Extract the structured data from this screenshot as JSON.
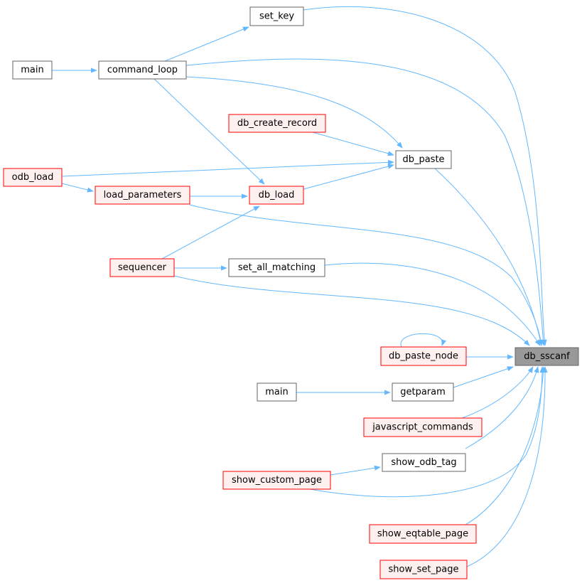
{
  "diagram": {
    "colors": {
      "edge": "#63b8ff",
      "border_default": "#666666",
      "fill_default": "#ffffff",
      "border_unresolved": "#ff0000",
      "fill_unresolved": "#fff0f0",
      "border_focus": "#666666",
      "fill_focus": "#999999"
    },
    "nodes": [
      {
        "id": "set_key",
        "label": "set_key",
        "kind": "default"
      },
      {
        "id": "main1",
        "label": "main",
        "kind": "default"
      },
      {
        "id": "command_loop",
        "label": "command_loop",
        "kind": "default"
      },
      {
        "id": "db_create_record",
        "label": "db_create_record",
        "kind": "unresolved"
      },
      {
        "id": "db_paste",
        "label": "db_paste",
        "kind": "default"
      },
      {
        "id": "odb_load",
        "label": "odb_load",
        "kind": "unresolved"
      },
      {
        "id": "load_parameters",
        "label": "load_parameters",
        "kind": "unresolved"
      },
      {
        "id": "db_load",
        "label": "db_load",
        "kind": "unresolved"
      },
      {
        "id": "sequencer",
        "label": "sequencer",
        "kind": "unresolved"
      },
      {
        "id": "set_all_matching",
        "label": "set_all_matching",
        "kind": "default"
      },
      {
        "id": "db_paste_node",
        "label": "db_paste_node",
        "kind": "unresolved"
      },
      {
        "id": "db_sscanf",
        "label": "db_sscanf",
        "kind": "focus"
      },
      {
        "id": "main2",
        "label": "main",
        "kind": "default"
      },
      {
        "id": "getparam",
        "label": "getparam",
        "kind": "default"
      },
      {
        "id": "javascript_commands",
        "label": "javascript_commands",
        "kind": "unresolved"
      },
      {
        "id": "show_odb_tag",
        "label": "show_odb_tag",
        "kind": "default"
      },
      {
        "id": "show_custom_page",
        "label": "show_custom_page",
        "kind": "unresolved"
      },
      {
        "id": "show_eqtable_page",
        "label": "show_eqtable_page",
        "kind": "unresolved"
      },
      {
        "id": "show_set_page",
        "label": "show_set_page",
        "kind": "unresolved"
      }
    ],
    "edges": [
      {
        "from": "set_key",
        "to": "db_sscanf"
      },
      {
        "from": "command_loop",
        "to": "set_key"
      },
      {
        "from": "main1",
        "to": "command_loop"
      },
      {
        "from": "command_loop",
        "to": "db_sscanf"
      },
      {
        "from": "command_loop",
        "to": "db_paste"
      },
      {
        "from": "command_loop",
        "to": "db_load"
      },
      {
        "from": "db_create_record",
        "to": "db_paste"
      },
      {
        "from": "db_paste",
        "to": "db_sscanf"
      },
      {
        "from": "odb_load",
        "to": "db_paste"
      },
      {
        "from": "odb_load",
        "to": "load_parameters"
      },
      {
        "from": "load_parameters",
        "to": "db_load"
      },
      {
        "from": "db_load",
        "to": "db_paste"
      },
      {
        "from": "load_parameters",
        "to": "db_sscanf"
      },
      {
        "from": "sequencer",
        "to": "db_load"
      },
      {
        "from": "sequencer",
        "to": "set_all_matching"
      },
      {
        "from": "set_all_matching",
        "to": "db_sscanf"
      },
      {
        "from": "sequencer",
        "to": "db_sscanf"
      },
      {
        "from": "db_paste_node",
        "to": "db_paste_node"
      },
      {
        "from": "db_paste_node",
        "to": "db_sscanf"
      },
      {
        "from": "getparam",
        "to": "db_sscanf"
      },
      {
        "from": "main2",
        "to": "getparam"
      },
      {
        "from": "javascript_commands",
        "to": "db_sscanf"
      },
      {
        "from": "show_odb_tag",
        "to": "db_sscanf"
      },
      {
        "from": "show_custom_page",
        "to": "show_odb_tag"
      },
      {
        "from": "show_custom_page",
        "to": "db_sscanf"
      },
      {
        "from": "show_eqtable_page",
        "to": "db_sscanf"
      },
      {
        "from": "show_set_page",
        "to": "db_sscanf"
      }
    ]
  }
}
